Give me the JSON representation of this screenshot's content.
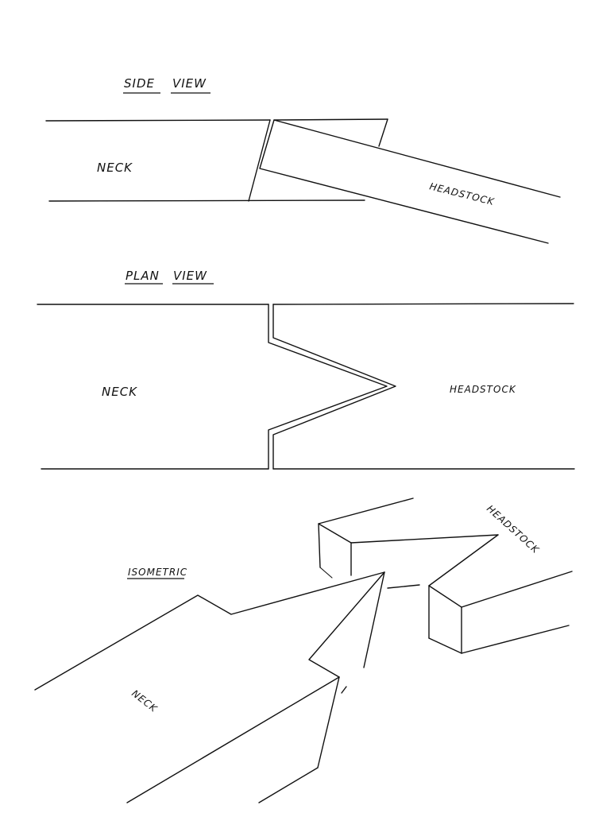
{
  "sections": {
    "side_view": {
      "title_word1": "SIDE",
      "title_word2": "VIEW",
      "neck_label": "NECK",
      "headstock_label": "HEADSTOCK"
    },
    "plan_view": {
      "title_word1": "PLAN",
      "title_word2": "VIEW",
      "neck_label": "NECK",
      "headstock_label": "HEADSTOCK"
    },
    "isometric": {
      "title": "ISOMETRIC",
      "neck_label": "NECK",
      "headstock_label": "HEADSTOCK"
    }
  }
}
